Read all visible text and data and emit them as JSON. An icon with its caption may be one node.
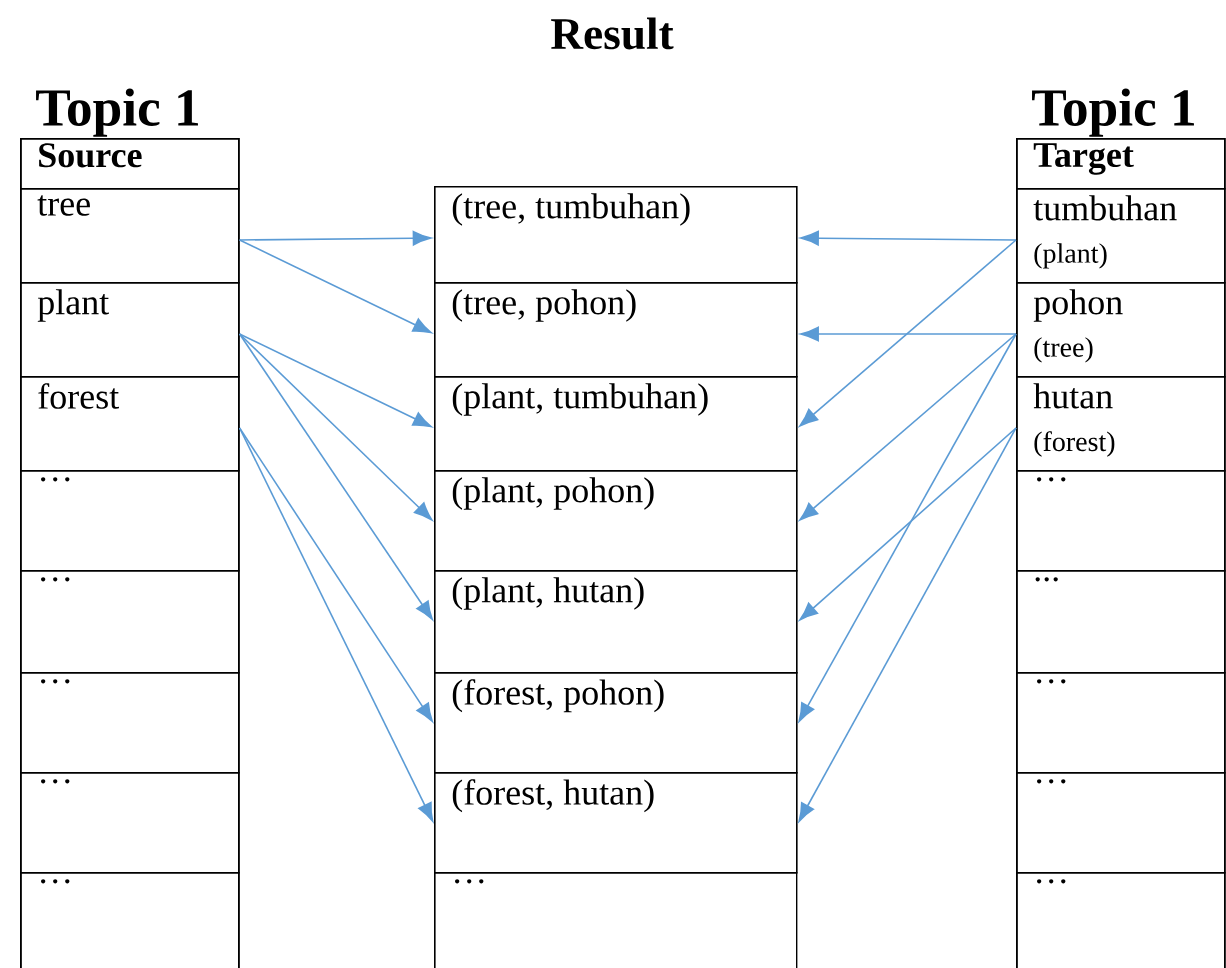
{
  "diagram": {
    "title": "Result",
    "nodes": [
      {
        "text": [
          "Topic 1"
        ]
      },
      {
        "text": [
          "Source"
        ],
        "in": 0
      },
      {
        "text": [
          "tree"
        ],
        "in": 0
      },
      {
        "text": [
          "plant"
        ],
        "in": 0
      },
      {
        "text": [
          "forest"
        ],
        "in": 0
      },
      {
        "text": [
          "…"
        ],
        "in": 0
      },
      {
        "text": [
          "…"
        ],
        "in": 0
      },
      {
        "text": [
          "…"
        ],
        "in": 0
      },
      {
        "text": [
          "…"
        ],
        "in": 0
      },
      {
        "text": [
          "…"
        ],
        "in": 0
      },
      {
        "text": [
          "(tree, tumbuhan)"
        ]
      },
      {
        "text": [
          "(tree, pohon)"
        ]
      },
      {
        "text": [
          "(plant, tumbuhan)"
        ]
      },
      {
        "text": [
          "(plant, pohon)"
        ]
      },
      {
        "text": [
          "(plant, hutan)"
        ]
      },
      {
        "text": [
          "(forest, pohon)"
        ]
      },
      {
        "text": [
          "(forest, hutan)"
        ]
      },
      {
        "text": [
          "…"
        ]
      },
      {
        "text": [
          "Topic 1"
        ]
      },
      {
        "text": [
          "Target"
        ],
        "in": 18
      },
      {
        "text": [
          "tumbuhan",
          "(plant)"
        ],
        "in": 18
      },
      {
        "text": [
          "pohon",
          "(tree)"
        ],
        "in": 18
      },
      {
        "text": [
          "hutan",
          "(forest)"
        ],
        "in": 18
      },
      {
        "text": [
          "…"
        ],
        "in": 18
      },
      {
        "text": [
          "..."
        ],
        "in": 18
      },
      {
        "text": [
          "…"
        ],
        "in": 18
      },
      {
        "text": [
          "…"
        ],
        "in": 18
      },
      {
        "text": [
          "…"
        ],
        "in": 18
      }
    ],
    "edges": [
      {
        "from": 2,
        "to": 10,
        "arrow": "to"
      },
      {
        "from": 2,
        "to": 11,
        "arrow": "to"
      },
      {
        "from": 3,
        "to": 12,
        "arrow": "to"
      },
      {
        "from": 3,
        "to": 13,
        "arrow": "to"
      },
      {
        "from": 3,
        "to": 14,
        "arrow": "to"
      },
      {
        "from": 4,
        "to": 15,
        "arrow": "to"
      },
      {
        "from": 4,
        "to": 16,
        "arrow": "to"
      },
      {
        "from": 20,
        "to": 10,
        "arrow": "to"
      },
      {
        "from": 20,
        "to": 12,
        "arrow": "to"
      },
      {
        "from": 21,
        "to": 11,
        "arrow": "to"
      },
      {
        "from": 21,
        "to": 13,
        "arrow": "to"
      },
      {
        "from": 21,
        "to": 15,
        "arrow": "to"
      },
      {
        "from": 22,
        "to": 14,
        "arrow": "to"
      },
      {
        "from": 22,
        "to": 16,
        "arrow": "to"
      }
    ]
  }
}
